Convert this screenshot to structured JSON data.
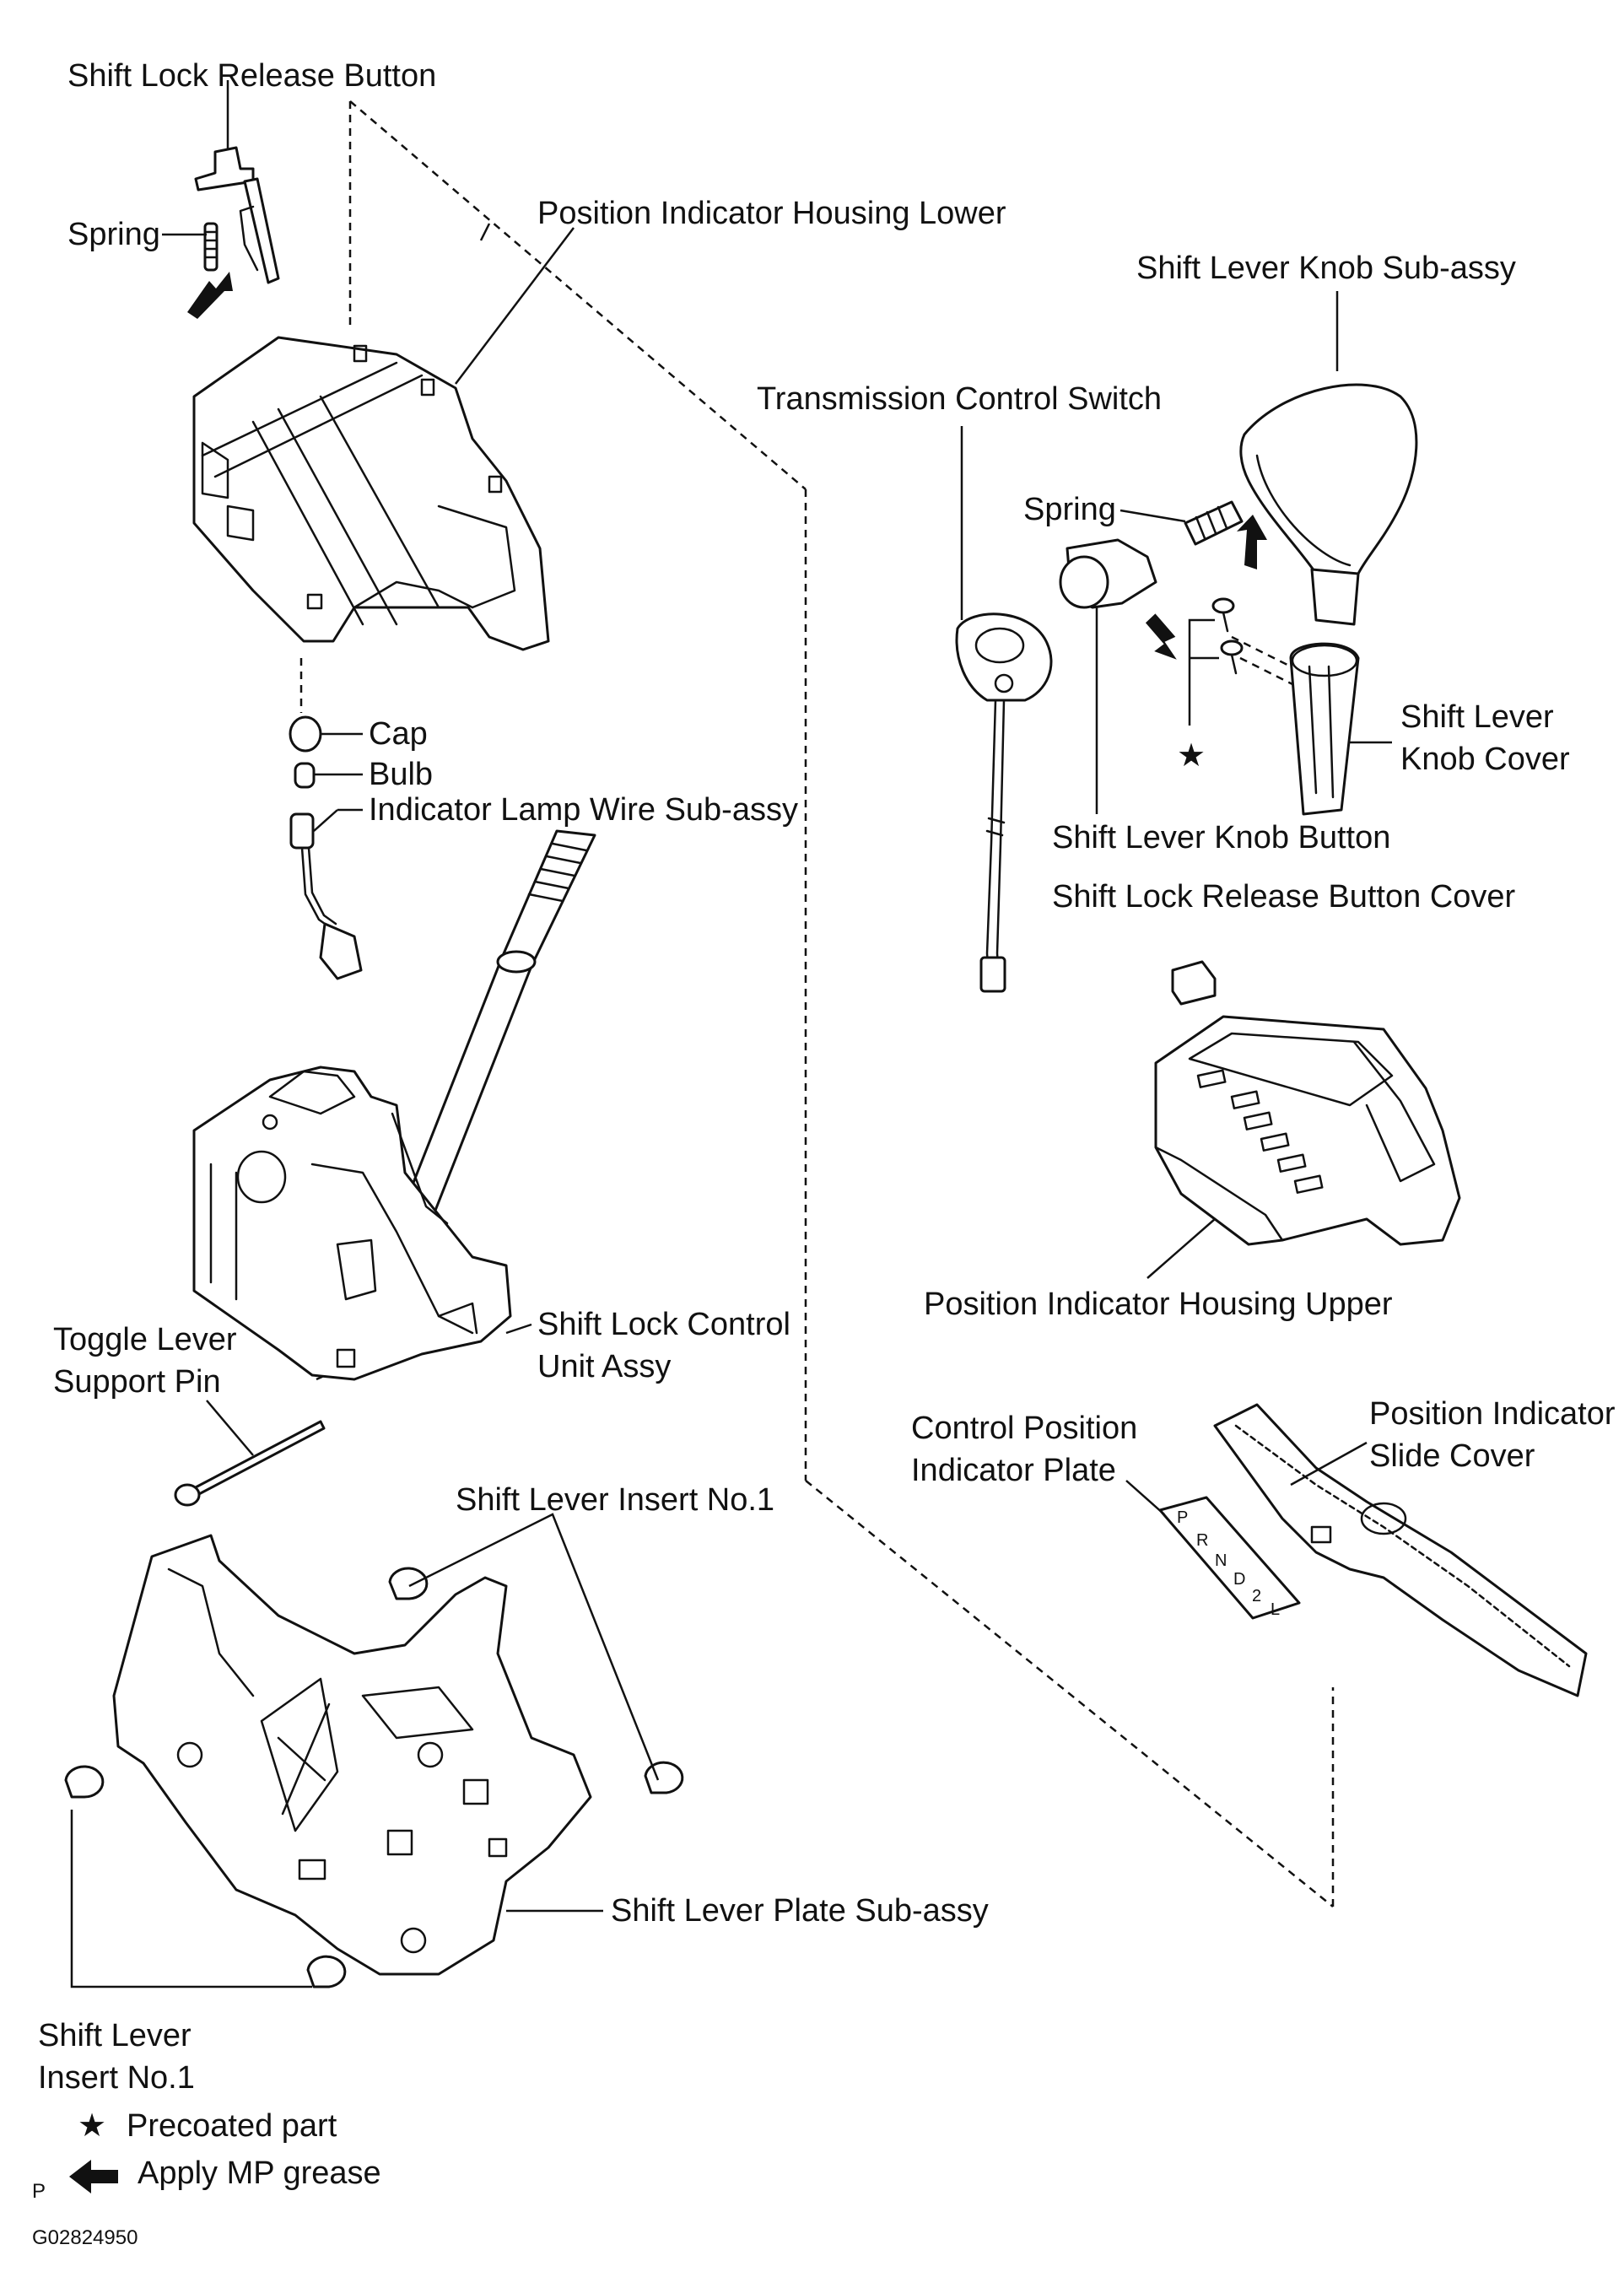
{
  "labels": {
    "shift_lock_release_button": "Shift Lock Release Button",
    "spring_left": "Spring",
    "position_indicator_housing_lower": "Position Indicator Housing Lower",
    "shift_lever_knob_sub_assy": "Shift Lever Knob Sub-assy",
    "transmission_control_switch": "Transmission Control Switch",
    "spring_right": "Spring",
    "cap": "Cap",
    "bulb": "Bulb",
    "indicator_lamp_wire_sub_assy": "Indicator Lamp Wire Sub-assy",
    "shift_lever_knob_cover_line1": "Shift Lever",
    "shift_lever_knob_cover_line2": "Knob Cover",
    "shift_lever_knob_button": "Shift Lever Knob Button",
    "shift_lock_release_button_cover": "Shift Lock Release Button Cover",
    "position_indicator_housing_upper": "Position Indicator Housing Upper",
    "toggle_lever_support_pin_line1": "Toggle Lever",
    "toggle_lever_support_pin_line2": "Support Pin",
    "shift_lock_control_unit_assy_line1": "Shift Lock Control",
    "shift_lock_control_unit_assy_line2": "Unit Assy",
    "control_position_indicator_plate_line1": "Control Position",
    "control_position_indicator_plate_line2": "Indicator Plate",
    "position_indicator_slide_cover_line1": "Position Indicator",
    "position_indicator_slide_cover_line2": "Slide Cover",
    "shift_lever_insert_top": "Shift Lever Insert No.1",
    "shift_lever_plate_sub_assy": "Shift Lever Plate Sub-assy",
    "shift_lever_insert_bottom_line1": "Shift Lever",
    "shift_lever_insert_bottom_line2": "Insert No.1"
  },
  "plate_markings": [
    "P",
    "R",
    "N",
    "D",
    "2",
    "L"
  ],
  "legend": {
    "star_symbol": "★",
    "precoated": "Precoated part",
    "apply_grease": "Apply MP grease"
  },
  "footer": {
    "page_marker": "P",
    "figure_code": "G02824950"
  }
}
